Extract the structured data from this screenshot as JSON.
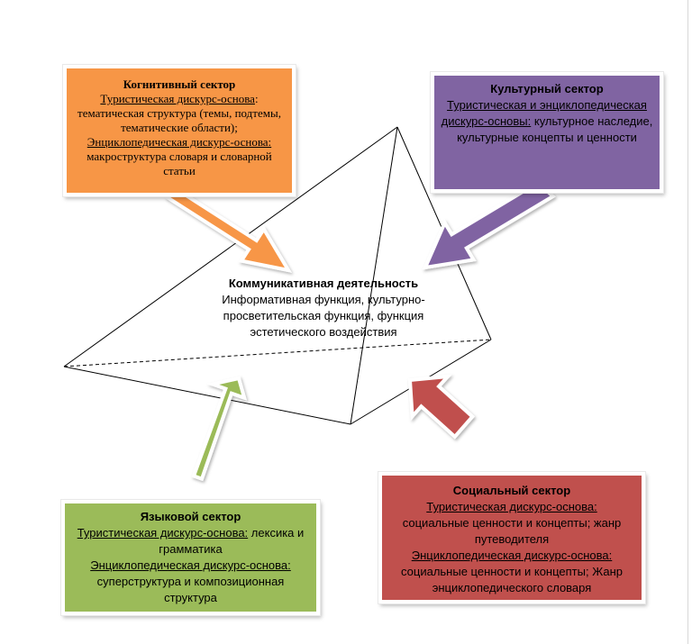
{
  "center": {
    "title": "Коммуникативная деятельность",
    "text": "Информативная функция, культурно-просветительская функция, функция эстетического воздействия"
  },
  "sectors": {
    "cognitive": {
      "title": "Когнитивный сектор",
      "line1_label": "Туристическая дискурс-основа",
      "line1_sep": ":",
      "line1_text": "тематическая структура (темы, подтемы, тематические области);",
      "line2_label": "Энциклопедическая дискурс-основа:",
      "line2_text": "макроструктура словаря и словарной статьи",
      "color": "#f79646"
    },
    "cultural": {
      "title": "Культурный сектор",
      "label": "Туристическая и энциклопедическая дискурс-основы:",
      "text": "культурное наследие, культурные концепты и ценности",
      "color": "#8064a2"
    },
    "language": {
      "title": "Языковой сектор",
      "line1_label": "Туристическая дискурс-основа:",
      "line1_text": "лексика и грамматика",
      "line2_label": "Энциклопедическая дискурс-основа:",
      "line2_text": "суперструктура и композиционная структура",
      "color": "#9bbb59"
    },
    "social": {
      "title": "Социальный сектор",
      "line1_label": "Туристическая дискурс-основа:",
      "line1_text": "социальные ценности и концепты; жанр путеводителя",
      "line2_label": "Энциклопедическая дискурс-основа:",
      "line2_text": "социальные ценности и концепты; Жанр энциклопедического словаря",
      "color": "#c0504d"
    }
  }
}
